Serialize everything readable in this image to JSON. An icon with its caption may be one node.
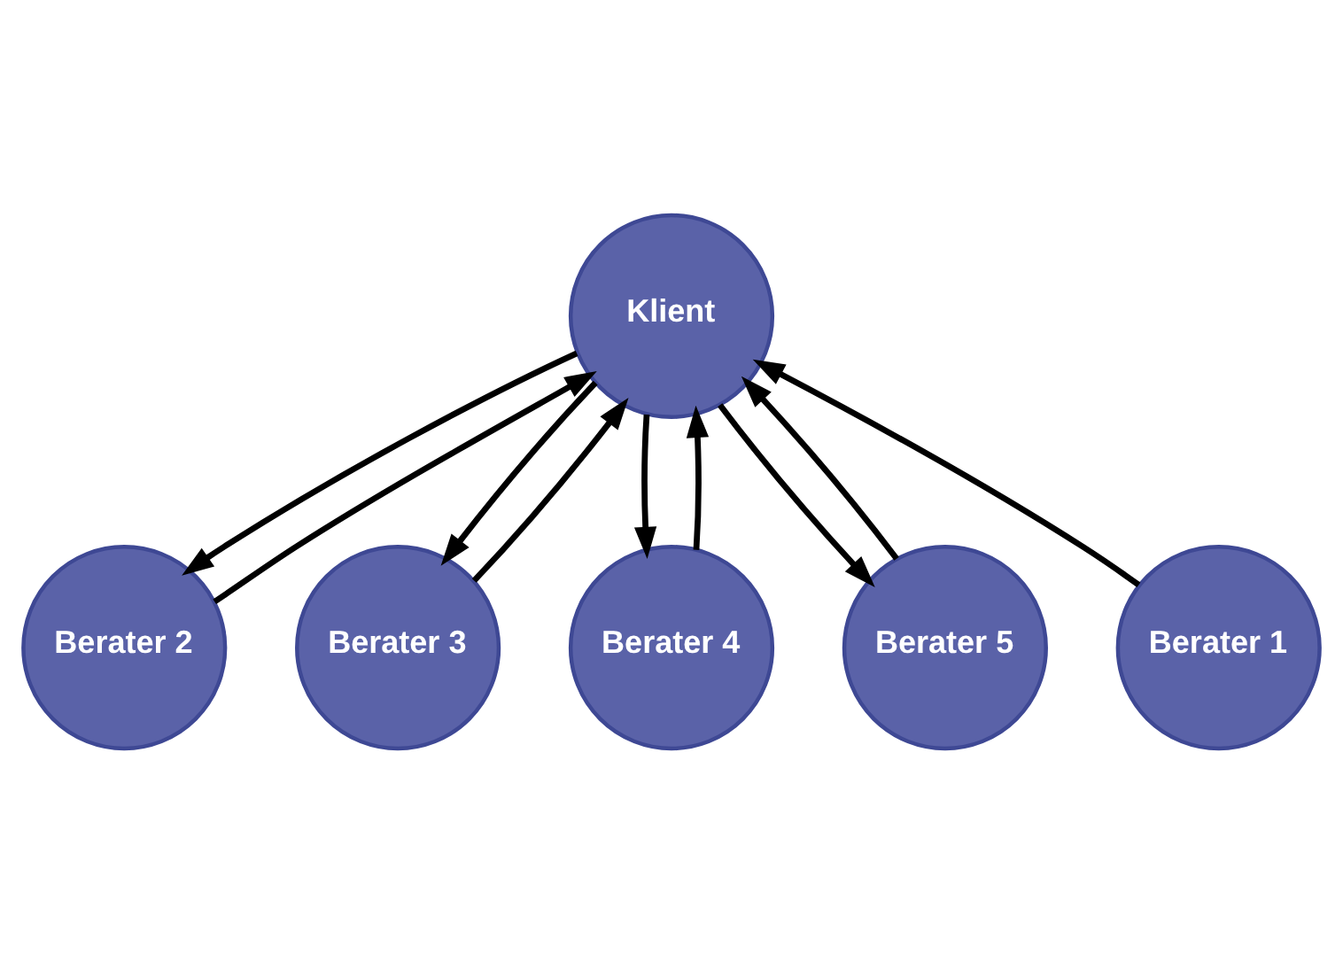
{
  "diagram": {
    "nodes": [
      {
        "text": [
          "Klient"
        ]
      },
      {
        "text": [
          "Berater 1"
        ]
      },
      {
        "text": [
          "Berater 2"
        ]
      },
      {
        "text": [
          "Berater 3"
        ]
      },
      {
        "text": [
          "Berater 4"
        ]
      },
      {
        "text": [
          "Berater 5"
        ]
      }
    ],
    "edges": [
      {
        "from": 1,
        "to": 0,
        "arrow": "to"
      },
      {
        "from": 0,
        "to": 2,
        "arrow": "to"
      },
      {
        "from": 2,
        "to": 0,
        "arrow": "to"
      },
      {
        "from": 0,
        "to": 3,
        "arrow": "to"
      },
      {
        "from": 3,
        "to": 0,
        "arrow": "to"
      },
      {
        "from": 4,
        "to": 0,
        "arrow": "to"
      },
      {
        "from": 0,
        "to": 4,
        "arrow": "to"
      },
      {
        "from": 5,
        "to": 0,
        "arrow": "to"
      },
      {
        "from": 0,
        "to": 5,
        "arrow": "to"
      }
    ]
  }
}
